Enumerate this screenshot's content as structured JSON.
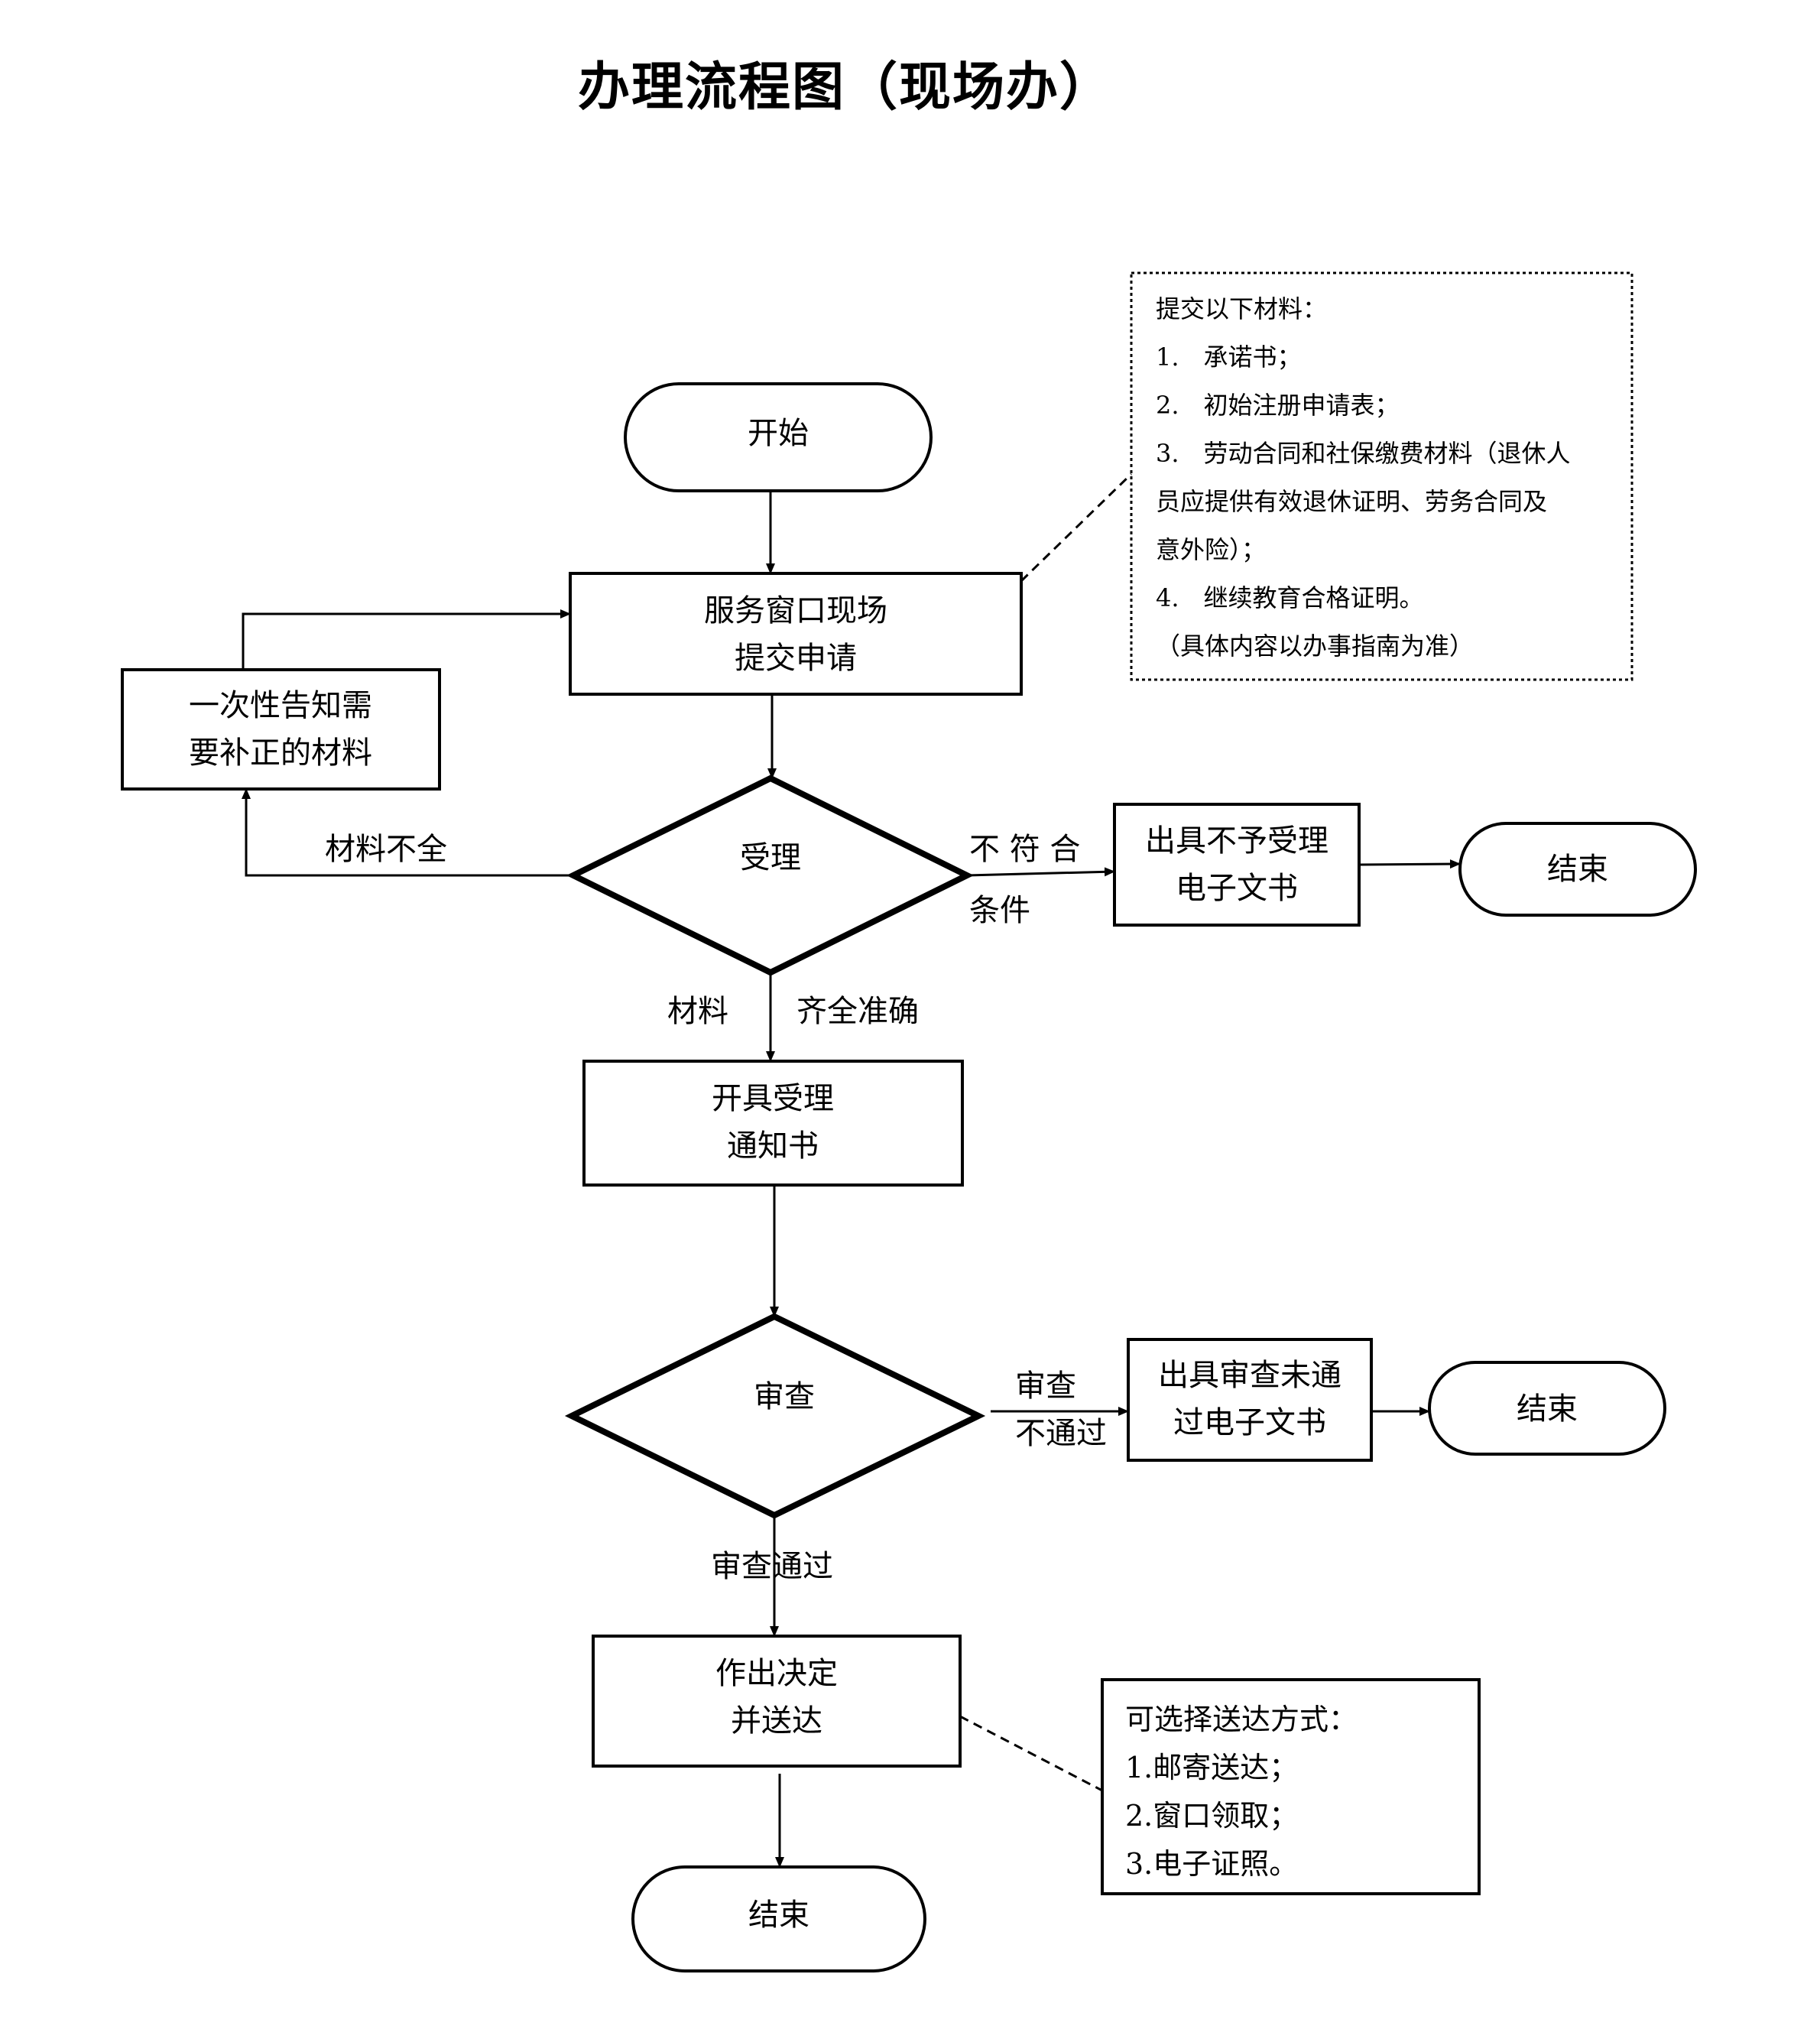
{
  "title": "办理流程图（现场办）",
  "nodes": {
    "start": "开始",
    "submit": [
      "服务窗口现场",
      "提交申请"
    ],
    "notify": [
      "一次性告知需",
      "要补正的材料"
    ],
    "accept": "受理",
    "reject_doc": [
      "出具不予受理",
      "电子文书"
    ],
    "end1": "结束",
    "receipt": [
      "开具受理",
      "通知书"
    ],
    "review": "审查",
    "review_fail_doc": [
      "出具审查未通",
      "过电子文书"
    ],
    "end2": "结束",
    "decision": [
      "作出决定",
      "并送达"
    ],
    "end3": "结束"
  },
  "edges": {
    "incomplete": "材料不全",
    "not_eligible": [
      "不 符 合",
      "条件"
    ],
    "complete_left": "材料",
    "complete_right": "齐全准确",
    "review_fail": [
      "审查",
      "不通过"
    ],
    "review_pass": "审查通过"
  },
  "materials_note": {
    "heading": "提交以下材料：",
    "items": [
      "1.　承诺书；",
      "2.　初始注册申请表；",
      "3.　劳动合同和社保缴费材料（退休人",
      "员应提供有效退休证明、劳务合同及",
      "意外险）；",
      "4.　继续教育合格证明。"
    ],
    "footer": "（具体内容以办事指南为准）"
  },
  "delivery_note": {
    "heading": "可选择送达方式：",
    "items": [
      "1.邮寄送达；",
      "2.窗口领取；",
      "3.电子证照。"
    ]
  }
}
